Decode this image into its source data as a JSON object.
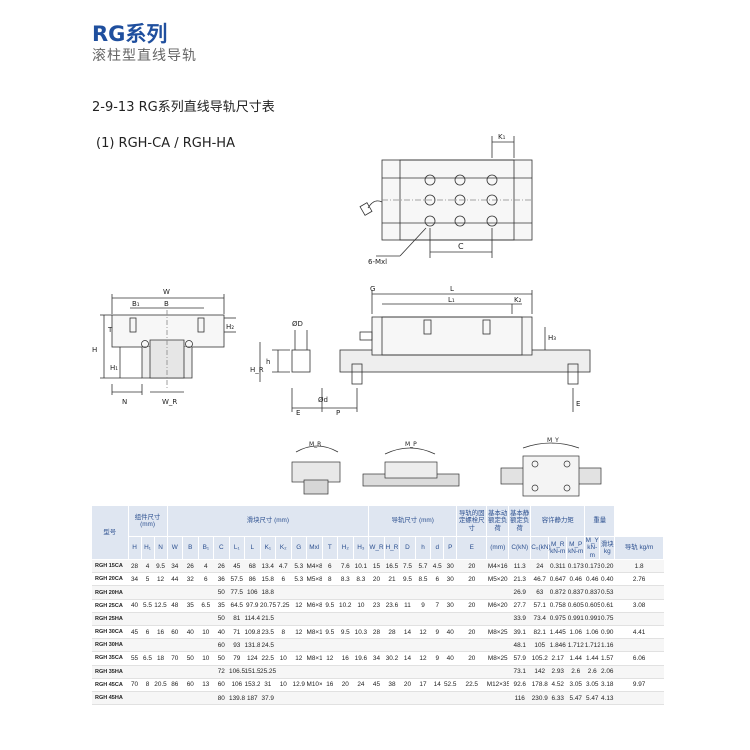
{
  "header": {
    "title": "RG系列",
    "subtitle": "滚柱型直线导轨"
  },
  "section": {
    "title": "2-9-13 RG系列直线导轨尺寸表",
    "model_line": "(1) RGH-CA / RGH-HA"
  },
  "drawings": {
    "top_labels": {
      "k1": "K₁",
      "c": "C",
      "mxl": "6-Mxl"
    },
    "front_labels": {
      "w": "W",
      "b": "B",
      "b1": "B₁",
      "t": "T",
      "h2": "H₂",
      "h": "H",
      "h1": "H₁",
      "n": "N",
      "wr": "W_R"
    },
    "side_labels": {
      "g": "G",
      "l": "L",
      "l1": "L₁",
      "k2": "K₂",
      "h3": "H₃",
      "od": "ØD",
      "h": "h",
      "hr": "H_R",
      "d": "Ød",
      "e": "E",
      "p": "P",
      "e2": "E"
    },
    "moments": {
      "mr": "M_R",
      "mp": "M_P",
      "my": "M_Y"
    }
  },
  "table": {
    "groups": {
      "model": "型号",
      "assembly": "组件尺寸 (mm)",
      "block": "滑块尺寸 (mm)",
      "rail": "导轨尺寸 (mm)",
      "bolt": "导轨的固定螺栓尺寸",
      "dyn": "基本动额定负荷",
      "sta": "基本静额定负荷",
      "moment": "容许静力矩",
      "weight": "重量"
    },
    "subheaders": [
      "H",
      "H₁",
      "N",
      "W",
      "B",
      "B₁",
      "C",
      "L₁",
      "L",
      "K₁",
      "K₂",
      "G",
      "Mxl",
      "T",
      "H₂",
      "H₃",
      "W_R",
      "H_R",
      "D",
      "h",
      "d",
      "P",
      "E",
      "(mm)",
      "C(kN)",
      "C₀(kN)",
      "M_R kN-m",
      "M_P kN-m",
      "M_Y kN-m",
      "滑块 kg",
      "导轨 kg/m"
    ],
    "rows": [
      [
        "RGH 15CA",
        "28",
        "4",
        "9.5",
        "34",
        "26",
        "4",
        "26",
        "45",
        "68",
        "13.4",
        "4.7",
        "5.3",
        "M4×8",
        "6",
        "7.6",
        "10.1",
        "15",
        "16.5",
        "7.5",
        "5.7",
        "4.5",
        "30",
        "20",
        "M4×16",
        "11.3",
        "24",
        "0.311",
        "0.173",
        "0.173",
        "0.20",
        "1.8"
      ],
      [
        "RGH 20CA",
        "34",
        "5",
        "12",
        "44",
        "32",
        "6",
        "36",
        "57.5",
        "86",
        "15.8",
        "6",
        "5.3",
        "M5×8",
        "8",
        "8.3",
        "8.3",
        "20",
        "21",
        "9.5",
        "8.5",
        "6",
        "30",
        "20",
        "M5×20",
        "21.3",
        "46.7",
        "0.647",
        "0.46",
        "0.46",
        "0.40",
        "2.76"
      ],
      [
        "RGH 20HA",
        "",
        "",
        "",
        "",
        "",
        "",
        "50",
        "77.5",
        "106",
        "18.8",
        "",
        "",
        "",
        "",
        "",
        "",
        "",
        "",
        "",
        "",
        "",
        "",
        "",
        "",
        "26.9",
        "63",
        "0.872",
        "0.837",
        "0.837",
        "0.53",
        ""
      ],
      [
        "RGH 25CA",
        "40",
        "5.5",
        "12.5",
        "48",
        "35",
        "6.5",
        "35",
        "64.5",
        "97.9",
        "20.75",
        "7.25",
        "12",
        "M6×8",
        "9.5",
        "10.2",
        "10",
        "23",
        "23.6",
        "11",
        "9",
        "7",
        "30",
        "20",
        "M6×20",
        "27.7",
        "57.1",
        "0.758",
        "0.605",
        "0.605",
        "0.61",
        "3.08"
      ],
      [
        "RGH 25HA",
        "",
        "",
        "",
        "",
        "",
        "",
        "50",
        "81",
        "114.4",
        "21.5",
        "",
        "",
        "",
        "",
        "",
        "",
        "",
        "",
        "",
        "",
        "",
        "",
        "",
        "",
        "33.9",
        "73.4",
        "0.975",
        "0.991",
        "0.991",
        "0.75",
        ""
      ],
      [
        "RGH 30CA",
        "45",
        "6",
        "16",
        "60",
        "40",
        "10",
        "40",
        "71",
        "109.8",
        "23.5",
        "8",
        "12",
        "M8×10",
        "9.5",
        "9.5",
        "10.3",
        "28",
        "28",
        "14",
        "12",
        "9",
        "40",
        "20",
        "M8×25",
        "39.1",
        "82.1",
        "1.445",
        "1.06",
        "1.06",
        "0.90",
        "4.41"
      ],
      [
        "RGH 30HA",
        "",
        "",
        "",
        "",
        "",
        "",
        "60",
        "93",
        "131.8",
        "24.5",
        "",
        "",
        "",
        "",
        "",
        "",
        "",
        "",
        "",
        "",
        "",
        "",
        "",
        "",
        "48.1",
        "105",
        "1.846",
        "1.712",
        "1.712",
        "1.16",
        ""
      ],
      [
        "RGH 35CA",
        "55",
        "6.5",
        "18",
        "70",
        "50",
        "10",
        "50",
        "79",
        "124",
        "22.5",
        "10",
        "12",
        "M8×12",
        "12",
        "16",
        "19.6",
        "34",
        "30.2",
        "14",
        "12",
        "9",
        "40",
        "20",
        "M8×25",
        "57.9",
        "105.2",
        "2.17",
        "1.44",
        "1.44",
        "1.57",
        "6.06"
      ],
      [
        "RGH 35HA",
        "",
        "",
        "",
        "",
        "",
        "",
        "72",
        "106.5",
        "151.5",
        "25.25",
        "",
        "",
        "",
        "",
        "",
        "",
        "",
        "",
        "",
        "",
        "",
        "",
        "",
        "",
        "73.1",
        "142",
        "2.93",
        "2.6",
        "2.6",
        "2.06",
        ""
      ],
      [
        "RGH 45CA",
        "70",
        "8",
        "20.5",
        "86",
        "60",
        "13",
        "60",
        "106",
        "153.2",
        "31",
        "10",
        "12.9",
        "M10×17",
        "16",
        "20",
        "24",
        "45",
        "38",
        "20",
        "17",
        "14",
        "52.5",
        "22.5",
        "M12×35",
        "92.6",
        "178.8",
        "4.52",
        "3.05",
        "3.05",
        "3.18",
        "9.97"
      ],
      [
        "RGH 45HA",
        "",
        "",
        "",
        "",
        "",
        "",
        "80",
        "139.8",
        "187",
        "37.9",
        "",
        "",
        "",
        "",
        "",
        "",
        "",
        "",
        "",
        "",
        "",
        "",
        "",
        "",
        "116",
        "230.9",
        "6.33",
        "5.47",
        "5.47",
        "4.13",
        ""
      ]
    ]
  }
}
